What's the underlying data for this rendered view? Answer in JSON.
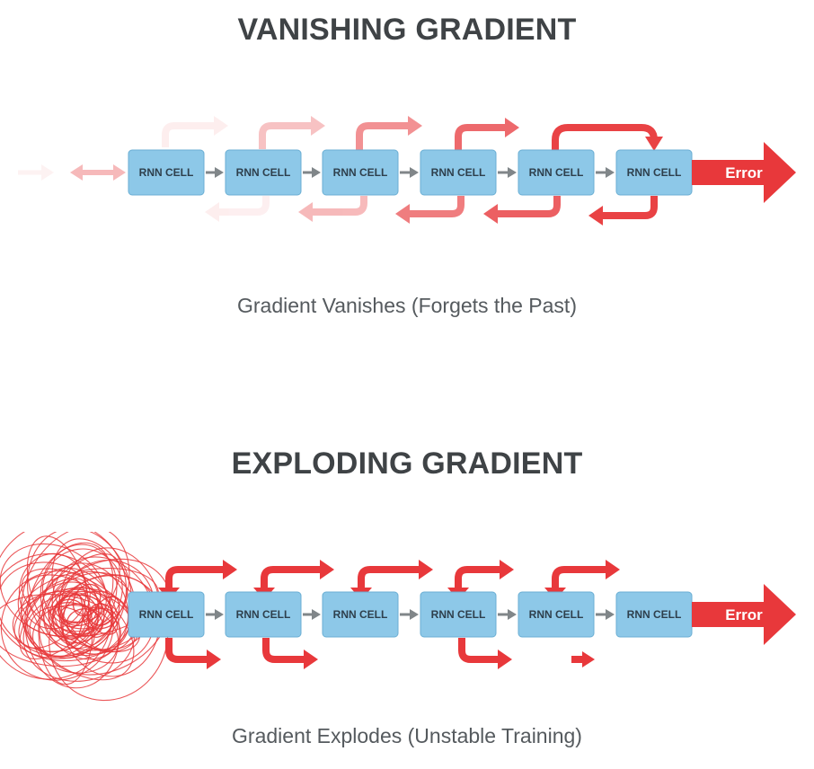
{
  "colors": {
    "cell_fill": "#8dc8e8",
    "cell_stroke": "#6aaed3",
    "connector": "#808689",
    "gradient_arrow": "#e8383b",
    "title_text": "#3f4346"
  },
  "vanishing": {
    "title": "VANISHING GRADIENT",
    "caption": "Gradient Vanishes (Forgets the Past)",
    "cells": [
      "RNN CELL",
      "RNN CELL",
      "RNN CELL",
      "RNN CELL",
      "RNN CELL",
      "RNN CELL"
    ],
    "error_label": "Error"
  },
  "exploding": {
    "title": "EXPLODING GRADIENT",
    "caption": "Gradient Explodes (Unstable Training)",
    "cells": [
      "RNN CELL",
      "RNN CELL",
      "RNN CELL",
      "RNN CELL",
      "RNN CELL",
      "RNN CELL"
    ],
    "error_label": "Error"
  }
}
